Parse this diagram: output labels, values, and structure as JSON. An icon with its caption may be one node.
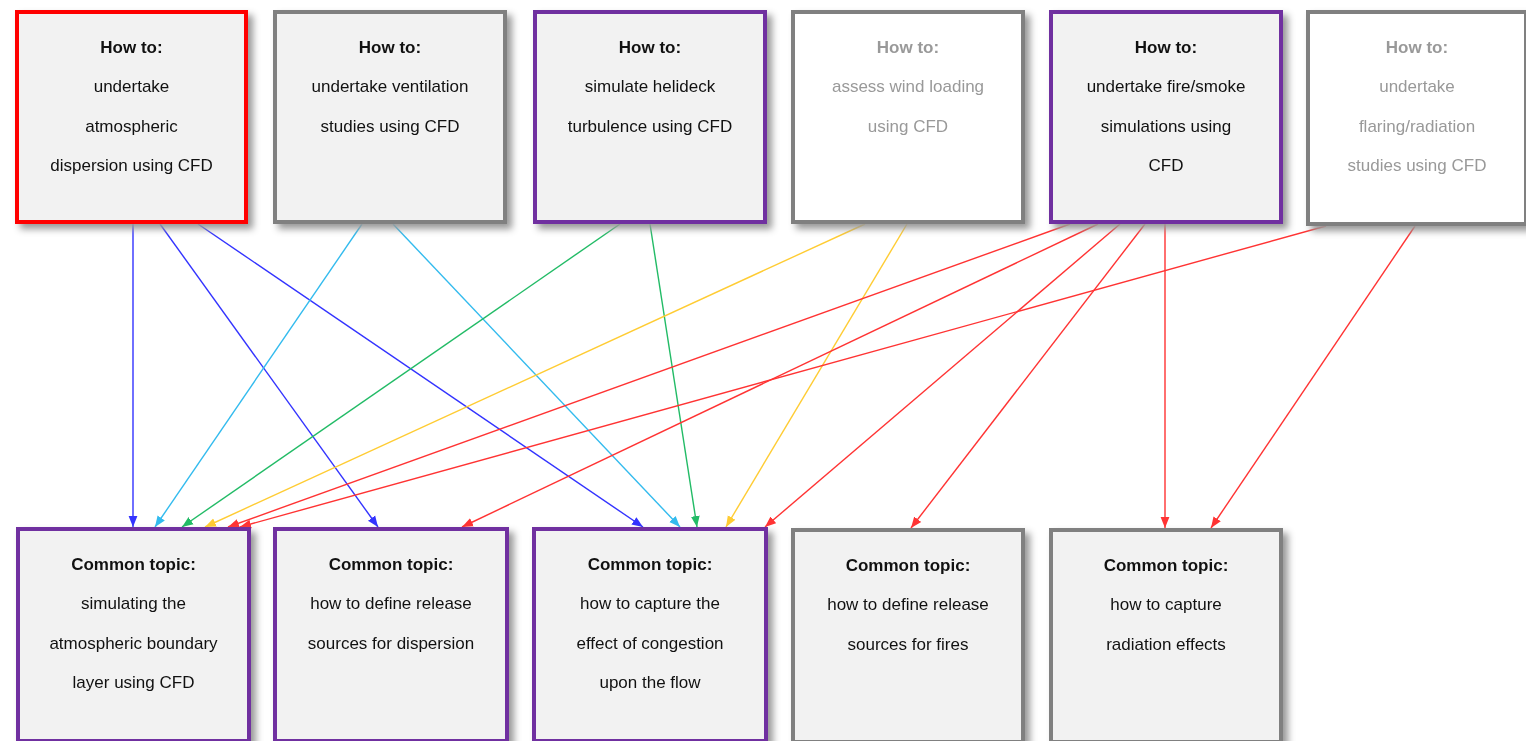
{
  "diagram": {
    "nodes": [
      {
        "text": [
          "How to:",
          "undertake atmospheric dispersion using CFD"
        ]
      },
      {
        "text": [
          "How to:",
          "undertake ventilation studies using CFD"
        ]
      },
      {
        "text": [
          "How to:",
          "simulate helideck turbulence using CFD"
        ]
      },
      {
        "text": [
          "How to:",
          "assess wind loading using CFD"
        ]
      },
      {
        "text": [
          "How to:",
          "undertake fire/smoke simulations using CFD"
        ]
      },
      {
        "text": [
          "How to:",
          "undertake flaring/radiation studies using CFD"
        ]
      },
      {
        "text": [
          "Common topic:",
          "simulating the atmospheric boundary layer using CFD"
        ]
      },
      {
        "text": [
          "Common topic:",
          "how to define release sources for dispersion"
        ]
      },
      {
        "text": [
          "Common topic:",
          "how to capture the effect of congestion upon the flow"
        ]
      },
      {
        "text": [
          "Common topic:",
          "how to define release sources for fires"
        ]
      },
      {
        "text": [
          "Common topic:",
          "how to capture radiation effects"
        ]
      }
    ],
    "edges": [
      {
        "from": 0,
        "to": 6,
        "arrow": "to",
        "color": "#3333ff"
      },
      {
        "from": 0,
        "to": 7,
        "arrow": "to",
        "color": "#3333ff"
      },
      {
        "from": 0,
        "to": 8,
        "arrow": "to",
        "color": "#3333ff"
      },
      {
        "from": 1,
        "to": 6,
        "arrow": "to",
        "color": "#33bbee"
      },
      {
        "from": 1,
        "to": 8,
        "arrow": "to",
        "color": "#33bbee"
      },
      {
        "from": 2,
        "to": 6,
        "arrow": "to",
        "color": "#22bb66"
      },
      {
        "from": 2,
        "to": 8,
        "arrow": "to",
        "color": "#22bb66"
      },
      {
        "from": 3,
        "to": 6,
        "arrow": "to",
        "color": "#ffcc33"
      },
      {
        "from": 3,
        "to": 8,
        "arrow": "to",
        "color": "#ffcc33"
      },
      {
        "from": 4,
        "to": 6,
        "arrow": "to"
      },
      {
        "from": 4,
        "to": 7,
        "arrow": "to"
      },
      {
        "from": 4,
        "to": 8,
        "arrow": "to"
      },
      {
        "from": 4,
        "to": 9,
        "arrow": "to"
      },
      {
        "from": 4,
        "to": 10,
        "arrow": "to"
      },
      {
        "from": 5,
        "to": 6,
        "arrow": "to"
      },
      {
        "from": 5,
        "to": 10,
        "arrow": "to"
      }
    ]
  }
}
